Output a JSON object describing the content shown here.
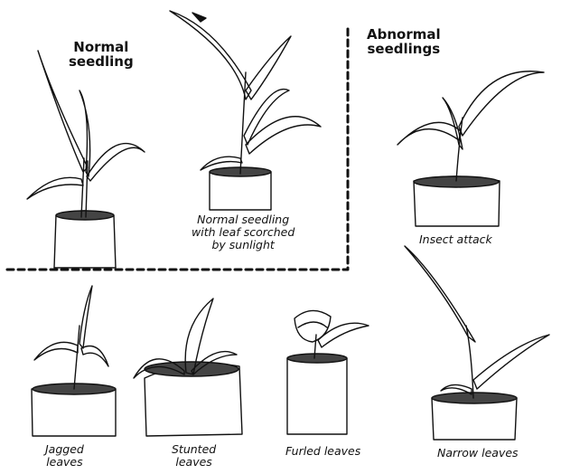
{
  "headings": {
    "normal": [
      "Normal",
      "seedling"
    ],
    "abnormal": [
      "Abnormal",
      "seedlings"
    ]
  },
  "captions": {
    "scorched": [
      "Normal seedling",
      "with leaf scorched",
      "by sunlight"
    ],
    "insect": [
      "Insect attack"
    ],
    "jagged": [
      "Jagged",
      "leaves"
    ],
    "stunted": [
      "Stunted",
      "leaves"
    ],
    "furled": [
      "Furled leaves"
    ],
    "narrow": [
      "Narrow leaves"
    ]
  },
  "colors": {
    "ink": "#111111",
    "background": "#ffffff"
  }
}
